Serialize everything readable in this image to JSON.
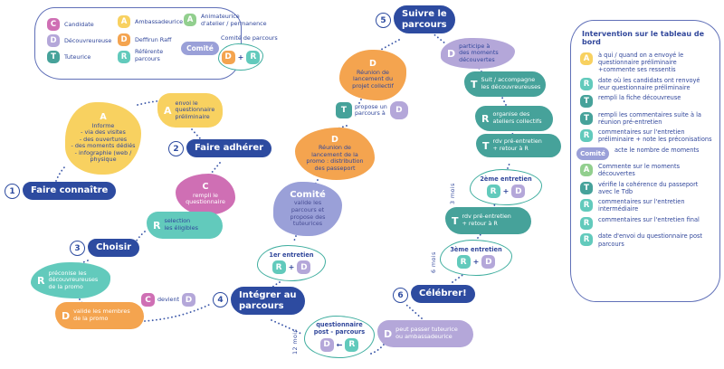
{
  "colors": {
    "ink": "#31479b",
    "step_blue": "#2d4ba0",
    "candidate_pink": "#cf6fb4",
    "decouvreur_purple": "#b4a7d9",
    "tuteur_teal": "#46a29a",
    "ambassadeur_yellow": "#f8d160",
    "deffinun_orange": "#f4a44f",
    "referent_cyan": "#62cabc",
    "animateur_green": "#92cf8e",
    "comite_purple": "#9aa0d8",
    "outline_teal": "#3fae9f"
  },
  "legend": {
    "items": [
      {
        "badge": "C",
        "label": "Candidate"
      },
      {
        "badge": "D",
        "label": "Découvreureuse"
      },
      {
        "badge": "T",
        "label": "Tuteurice"
      },
      {
        "badge": "A",
        "label": "Ambassadeurice"
      },
      {
        "badge": "D",
        "label": "Deffirun Raff"
      },
      {
        "badge": "R",
        "label": "Référente\nparcours"
      },
      {
        "badge": "A",
        "label": "Animateurice\nd'atelier / permanence"
      }
    ],
    "comite_badge": "Comité",
    "comite_parcours_label": "Comité de parcours",
    "comite_d": "D",
    "comite_plus": "+",
    "comite_r": "R"
  },
  "steps": {
    "s1": {
      "num": "1",
      "label": "Faire connaître"
    },
    "s2": {
      "num": "2",
      "label": "Faire adhérer"
    },
    "s3": {
      "num": "3",
      "label": "Choisir"
    },
    "s4": {
      "num": "4",
      "label": "Intégrer au\nparcours"
    },
    "s5": {
      "num": "5",
      "label": "Suivre le\nparcours"
    },
    "s6": {
      "num": "6",
      "label": "Célébrer!"
    }
  },
  "bubbles": {
    "informe": {
      "badge": "A",
      "text": "Informe\n- via des visites\n- des ouvertures\n- des moments dédiés\n- infographie (web /\nphysique"
    },
    "envoi": {
      "badge": "A",
      "text": "envoi le\nquestionnaire\npréliminaire"
    },
    "rempli_questionnaire": {
      "badge": "C",
      "text": "rempli le\nquestionnaire"
    },
    "selection": {
      "badge": "R",
      "text": "selection\nles éligibles"
    },
    "preconise": {
      "badge": "R",
      "text": "préconise les\ndécouvreureuses\nde la promo"
    },
    "valide_membres": {
      "badge": "D",
      "text": "valide les membres\nde la promo"
    },
    "devient": {
      "left_badge": "C",
      "text": "devient",
      "right_badge": "D"
    },
    "reunion_promo": {
      "badge": "D",
      "text": "Réunion de\nlancement de la\npromo : distribution\ndes passeport"
    },
    "comite_valide": {
      "badge": "Comité",
      "text": "valide les\nparcours et\npropose des\ntuteurices"
    },
    "entretien1": {
      "title": "1er entretien",
      "left": "R",
      "op": "+",
      "right": "D"
    },
    "reunion_projet": {
      "badge": "D",
      "text": "Réunion de\nlancement du\nprojet collectif"
    },
    "propose": {
      "left_badge": "T",
      "text": "propose un\nparcours à",
      "right_badge": "D"
    },
    "participe": {
      "badge": "D",
      "text": "participe à\ndes moments\ndécouvertes"
    },
    "suit": {
      "badge": "T",
      "text": "Suit / accompagne\nles découvreureuses"
    },
    "organise": {
      "badge": "R",
      "text": "organise des\nateliers collectifs"
    },
    "rdv1": {
      "badge": "T",
      "text": "rdv pré-entretien\n+ retour à R"
    },
    "entretien2": {
      "title": "2ème entretien",
      "left": "R",
      "op": "+",
      "right": "D",
      "duration": "3 mois"
    },
    "rdv2": {
      "badge": "T",
      "text": "rdv pré-entretien\n+ retour à R"
    },
    "entretien3": {
      "title": "3ème entretien",
      "left": "R",
      "op": "+",
      "right": "D",
      "duration": "6 mois"
    },
    "questionnaire_post": {
      "title": "questionnaire\npost - parcours",
      "left": "D",
      "op": "←",
      "right": "R",
      "duration": "12 mois"
    },
    "peut_passer": {
      "badge": "D",
      "text": "peut passer tuteurice\nou ambassadeurice"
    }
  },
  "panel": {
    "title": "Intervention sur le tableau de bord",
    "items": [
      {
        "badge": "A",
        "text": "à qui / quand on a envoyé le questionnaire préliminaire +commente ses ressentis"
      },
      {
        "badge": "R",
        "text": "date où les candidats ont renvoyé leur questionnaire préliminaire"
      },
      {
        "badge": "T",
        "text": "rempli la fiche découvreuse"
      },
      {
        "badge": "T",
        "text": "rempli les commentaires suite à la réunion pré-entretien"
      },
      {
        "badge": "R",
        "text": "commentaires sur l'entretien préliminaire + note les préconisations"
      },
      {
        "badge": "Comité",
        "text": "acte le nombre de moments"
      },
      {
        "badge": "A",
        "text": "Commente sur le moments découvertes"
      },
      {
        "badge": "T",
        "text": "vérifie la cohérence du passeport avec le Tdb"
      },
      {
        "badge": "R",
        "text": "commentaires sur l'entretien intermédiaire"
      },
      {
        "badge": "R",
        "text": "commentaires sur l'entretien final"
      },
      {
        "badge": "R",
        "text": "date d'envoi du questionnaire post parcours"
      }
    ]
  }
}
